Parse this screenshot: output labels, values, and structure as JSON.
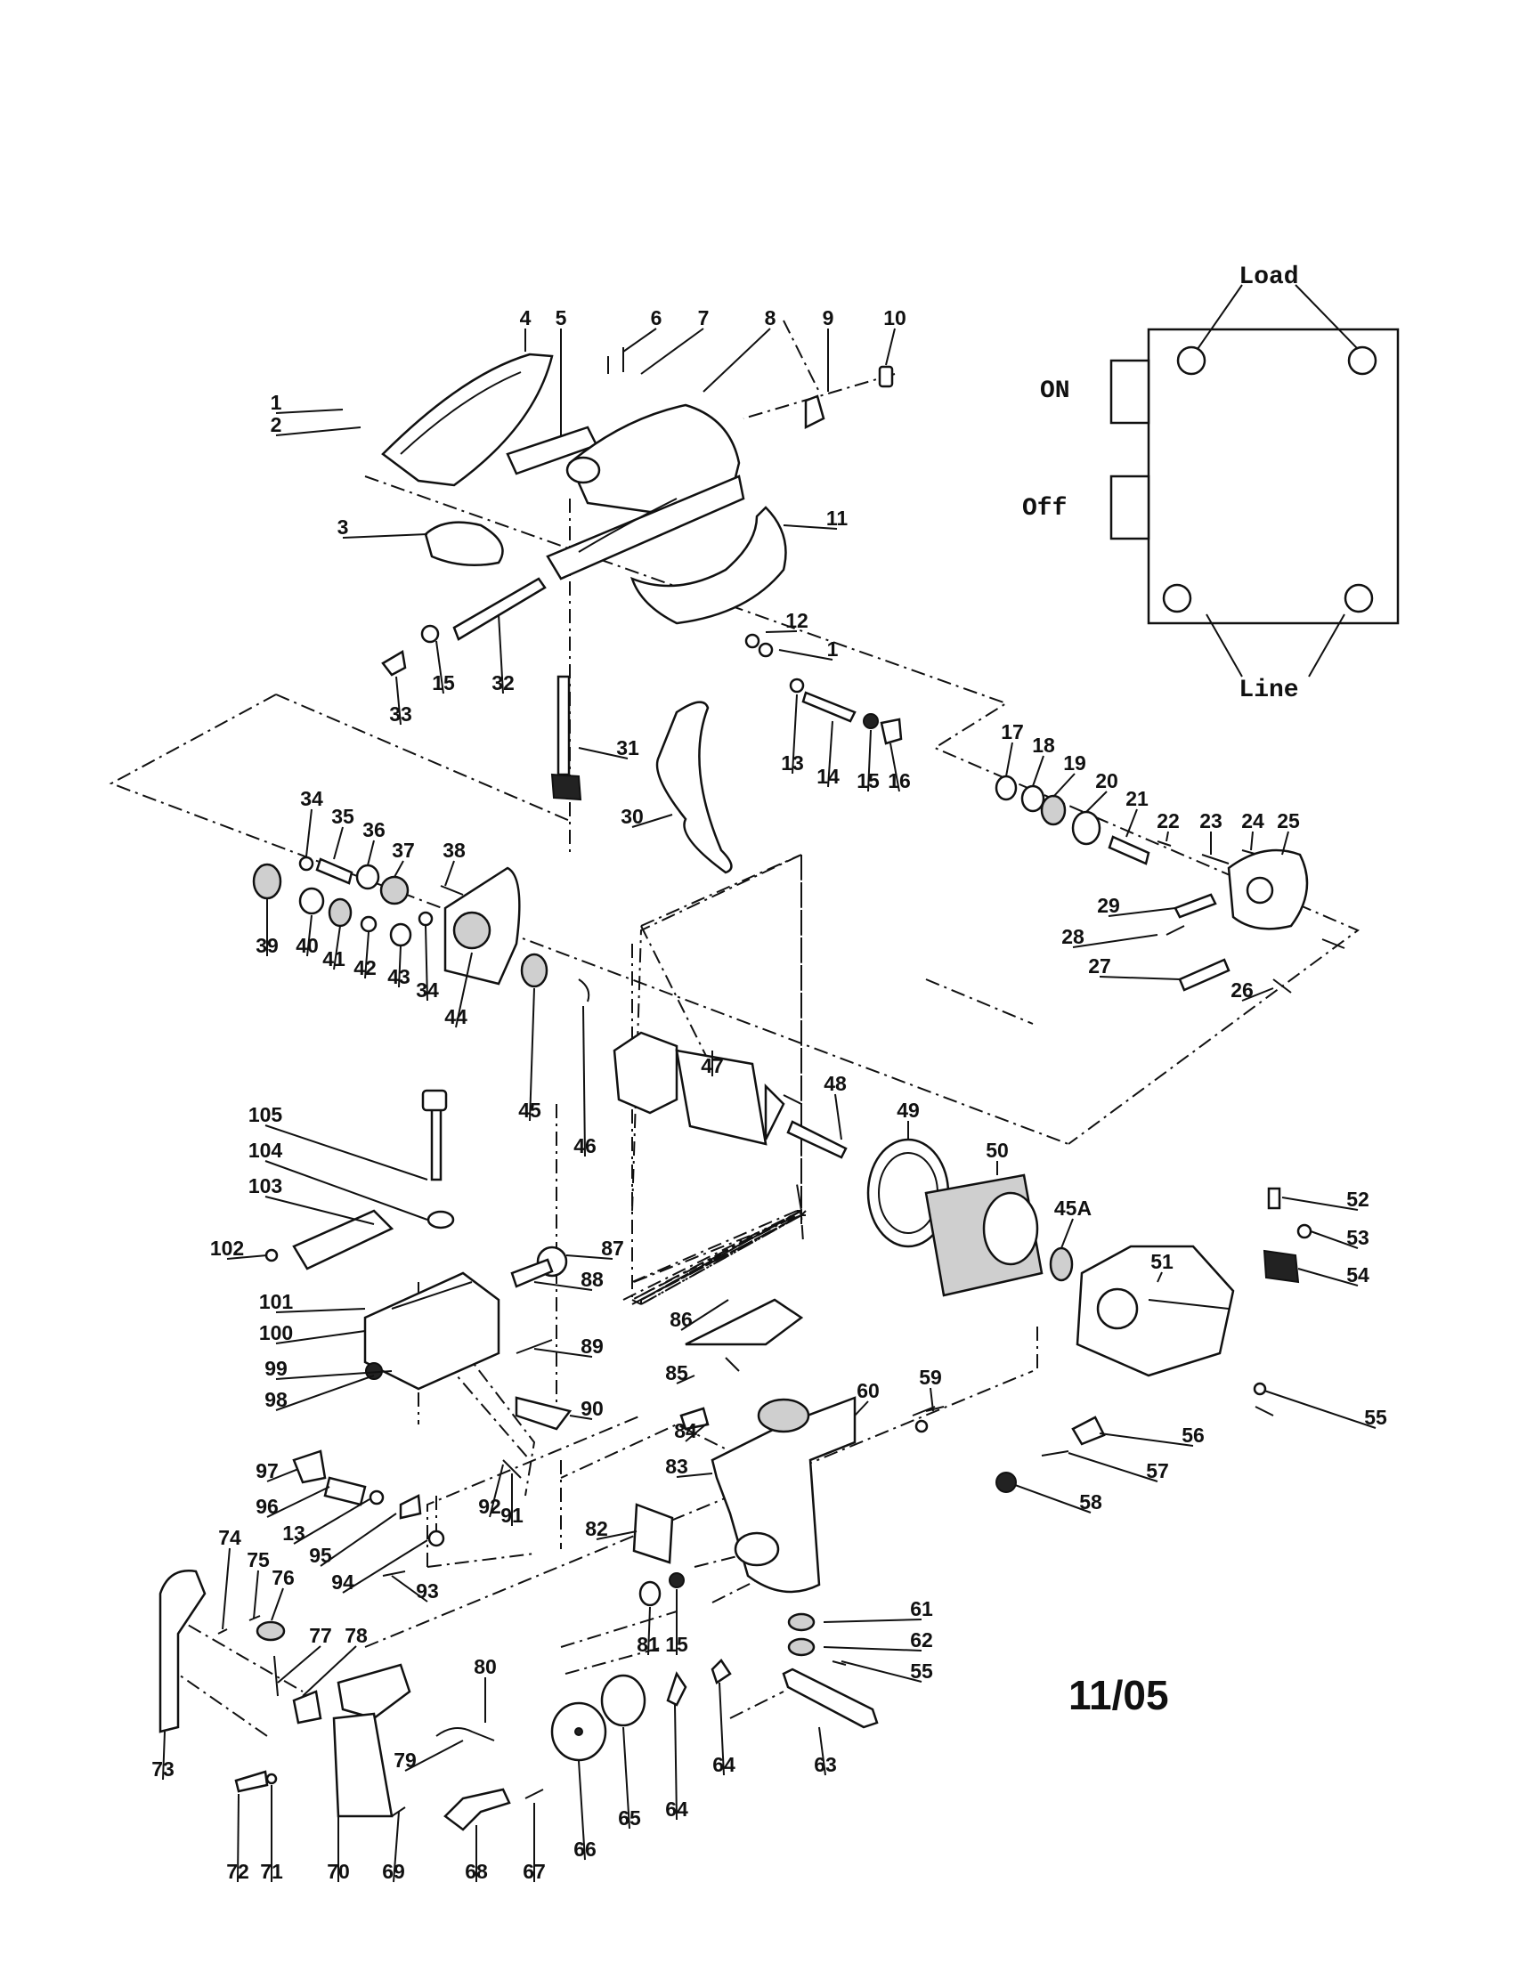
{
  "diagram": {
    "date_code": "11/05",
    "switch": {
      "load_label": "Load",
      "line_label": "Line",
      "on_label": "ON",
      "off_label": "Off"
    },
    "part_labels": [
      "1",
      "2",
      "3",
      "4",
      "5",
      "6",
      "7",
      "8",
      "9",
      "10",
      "11",
      "12",
      "1",
      "13",
      "14",
      "15",
      "16",
      "15",
      "32",
      "33",
      "31",
      "30",
      "17",
      "18",
      "19",
      "20",
      "21",
      "22",
      "23",
      "24",
      "25",
      "29",
      "28",
      "27",
      "26",
      "34",
      "35",
      "36",
      "37",
      "38",
      "39",
      "40",
      "41",
      "42",
      "43",
      "34",
      "44",
      "45",
      "46",
      "47",
      "48",
      "49",
      "50",
      "45A",
      "51",
      "52",
      "53",
      "54",
      "55",
      "56",
      "57",
      "58",
      "105",
      "104",
      "103",
      "102",
      "101",
      "100",
      "99",
      "98",
      "87",
      "88",
      "89",
      "90",
      "86",
      "85",
      "84",
      "83",
      "82",
      "59",
      "60",
      "97",
      "96",
      "13",
      "95",
      "94",
      "92",
      "91",
      "93",
      "81",
      "15",
      "61",
      "62",
      "55",
      "74",
      "75",
      "76",
      "77",
      "78",
      "73",
      "72",
      "71",
      "70",
      "69",
      "80",
      "79",
      "68",
      "67",
      "66",
      "65",
      "64",
      "64",
      "63"
    ]
  }
}
